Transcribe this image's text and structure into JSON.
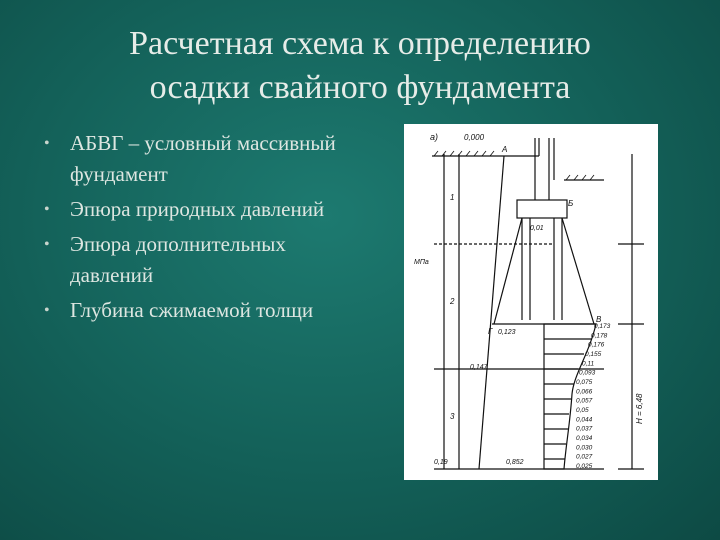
{
  "slide": {
    "title_lines": [
      "Расчетная схема к определению",
      "осадки свайного фундамента"
    ],
    "bullets": [
      "АБВГ – условный массивный фундамент",
      "Эпюра природных давлений",
      "Эпюра дополнительных давлений",
      "Глубина сжимаемой толщи"
    ]
  },
  "figure": {
    "labels": {
      "panel": "а)",
      "top_elev": "0,000",
      "a": "А",
      "b": "Б",
      "v": "В",
      "g": "Г",
      "layer1": "1",
      "layer2": "2",
      "layer3": "3",
      "upper_val": "0,01",
      "g_val": "0,123",
      "mid_val": "0,147",
      "deep_val": "0,19",
      "bottom_val": "0,852",
      "mpa": "МПа",
      "right_dim": "H = 6,48"
    },
    "stress_values": [
      "0,173",
      "0,178",
      "0,176",
      "0,155",
      "0,11",
      "0,093",
      "0,075",
      "0,066",
      "0,057",
      "0,05",
      "0,044",
      "0,037",
      "0,034",
      "0,030",
      "0,027",
      "0,025"
    ]
  }
}
